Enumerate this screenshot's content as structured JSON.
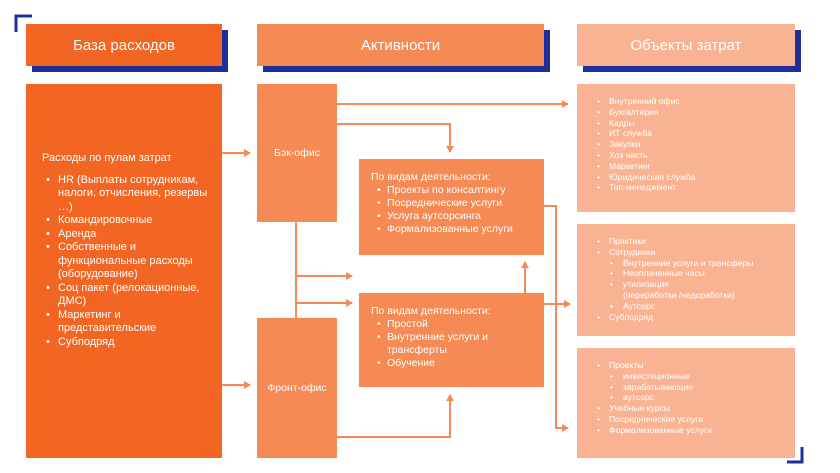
{
  "headers": {
    "cost_base": "База расходов",
    "activities": "Активности",
    "cost_objects": "Объекты затрат"
  },
  "cost_base_box": {
    "title": "Расходы по пулам затрат",
    "items": [
      "HR (Выплаты сотрудникам, налоги, отчисления, резервы …)",
      "Командировочные",
      "Аренда",
      "Собственные и функциональные расходы (оборудование)",
      "Соц пакет (релокационные, ДМС)",
      "Маркетинг и представительские",
      "Субподряд"
    ]
  },
  "back_office": "Бэк-офис",
  "front_office": "Фронт-офис",
  "activity_top": {
    "title": "По видам деятельности:",
    "items": [
      "Проекты по консалтингу",
      "Посреднические услуги",
      "Услуга аутсорсинга",
      "Формализованные услуги"
    ]
  },
  "activity_bottom": {
    "title": "По видам деятельности:",
    "items": [
      "Простой",
      "Внутренние услуги и трансферты",
      "Обучение"
    ]
  },
  "objects_1": {
    "items": [
      "Внутренний офис",
      "Бухгалтерия",
      "Кадры",
      "ИТ служба",
      "Закупки",
      "Хоз часть",
      "Маркетинг",
      "Юридическая служба",
      "Топ-менеджмент"
    ]
  },
  "objects_2": {
    "items": [
      {
        "text": "Практики",
        "level": 0
      },
      {
        "text": "Сотрудники",
        "level": 0
      },
      {
        "text": "Внутренние услуги и трансферы",
        "level": 1
      },
      {
        "text": "Неоплаченные часы",
        "level": 1
      },
      {
        "text": "утилизация",
        "level": 1
      },
      {
        "text": "(переработки /недоработки)",
        "level": 2
      },
      {
        "text": "Аутсорс",
        "level": 1
      },
      {
        "text": "Субподряд",
        "level": 0
      }
    ]
  },
  "objects_3": {
    "items": [
      {
        "text": "Проекты",
        "level": 0
      },
      {
        "text": "инвестиционные",
        "level": 1
      },
      {
        "text": "зарабатывающие",
        "level": 1
      },
      {
        "text": "аутсорс",
        "level": 1
      },
      {
        "text": "Учебные курсы",
        "level": 0
      },
      {
        "text": "Посреднические услуги",
        "level": 0
      },
      {
        "text": "Формализованные услуги",
        "level": 0
      }
    ]
  },
  "colors": {
    "primary": "#f26522",
    "secondary": "#f58a55",
    "tertiary": "#f9b393",
    "accent_shadow": "#1f2f9a"
  }
}
